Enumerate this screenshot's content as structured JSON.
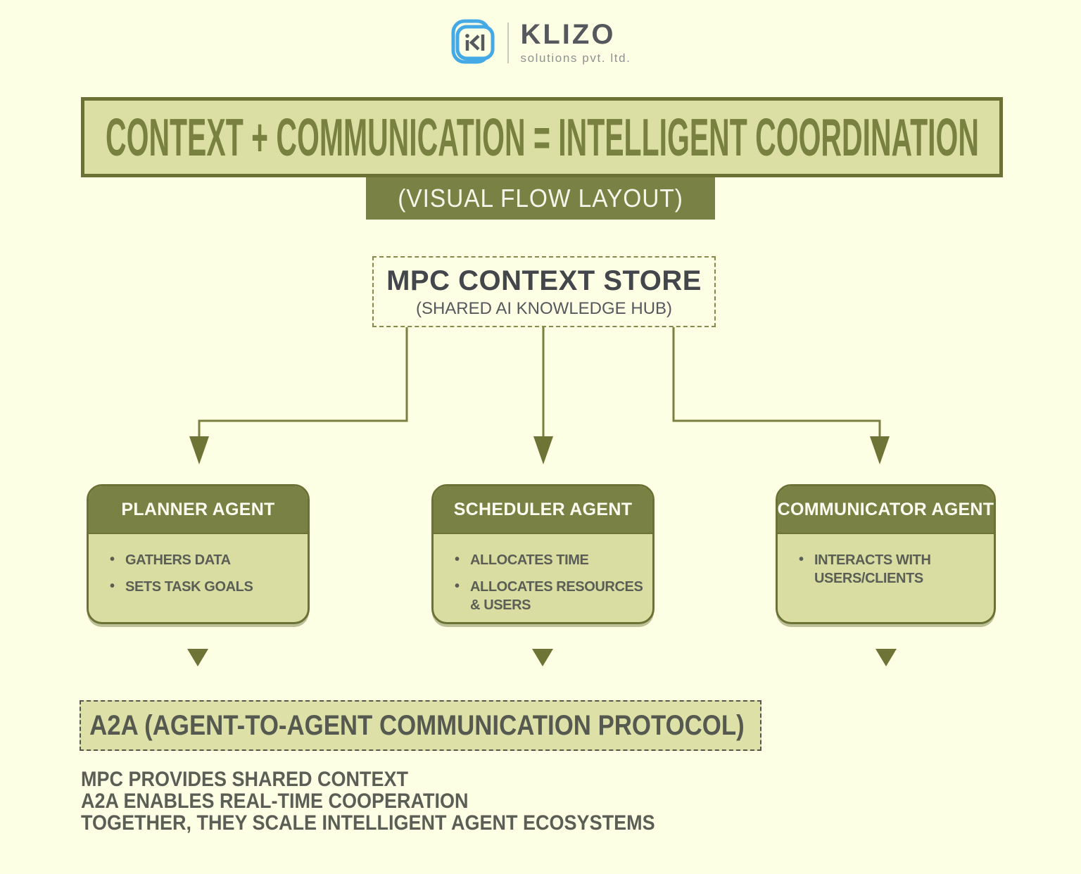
{
  "logo": {
    "brand": "KLIZO",
    "subtitle": "solutions pvt. ltd.",
    "icon": "klizo-k-mark"
  },
  "title_banner": {
    "text": "CONTEXT + COMMUNICATION = INTELLIGENT COORDINATION"
  },
  "subtitle_banner": {
    "text": "(VISUAL FLOW LAYOUT)"
  },
  "context_store": {
    "title": "MPC CONTEXT STORE",
    "subtitle": "(SHARED AI KNOWLEDGE HUB)"
  },
  "agents": [
    {
      "title": "PLANNER AGENT",
      "bullets": [
        "GATHERS DATA",
        "SETS TASK GOALS"
      ]
    },
    {
      "title": "SCHEDULER AGENT",
      "bullets": [
        "ALLOCATES TIME",
        "ALLOCATES RESOURCES & USERS"
      ]
    },
    {
      "title": "COMMUNICATOR AGENT",
      "bullets": [
        "INTERACTS WITH USERS/CLIENTS"
      ]
    }
  ],
  "protocol_box": {
    "text": "A2A (AGENT-TO-AGENT COMMUNICATION PROTOCOL)"
  },
  "footer": {
    "lines": [
      "MPC PROVIDES SHARED CONTEXT",
      "A2A ENABLES REAL-TIME COOPERATION",
      "TOGETHER, THEY SCALE INTELLIGENT AGENT ECOSYSTEMS"
    ]
  },
  "colors": {
    "background": "#fdffe5",
    "olive_dark": "#6b7034",
    "olive": "#7a8144",
    "panel_fill": "#dcdfa4",
    "card_body_fill": "#d9dda1",
    "a2a_fill": "#dde1a8",
    "title_text": "#798140",
    "dark_text": "#43464b",
    "gray_text": "#5a5e55",
    "brand_blue": "#45a9e6",
    "brand_gray": "#55585c"
  }
}
